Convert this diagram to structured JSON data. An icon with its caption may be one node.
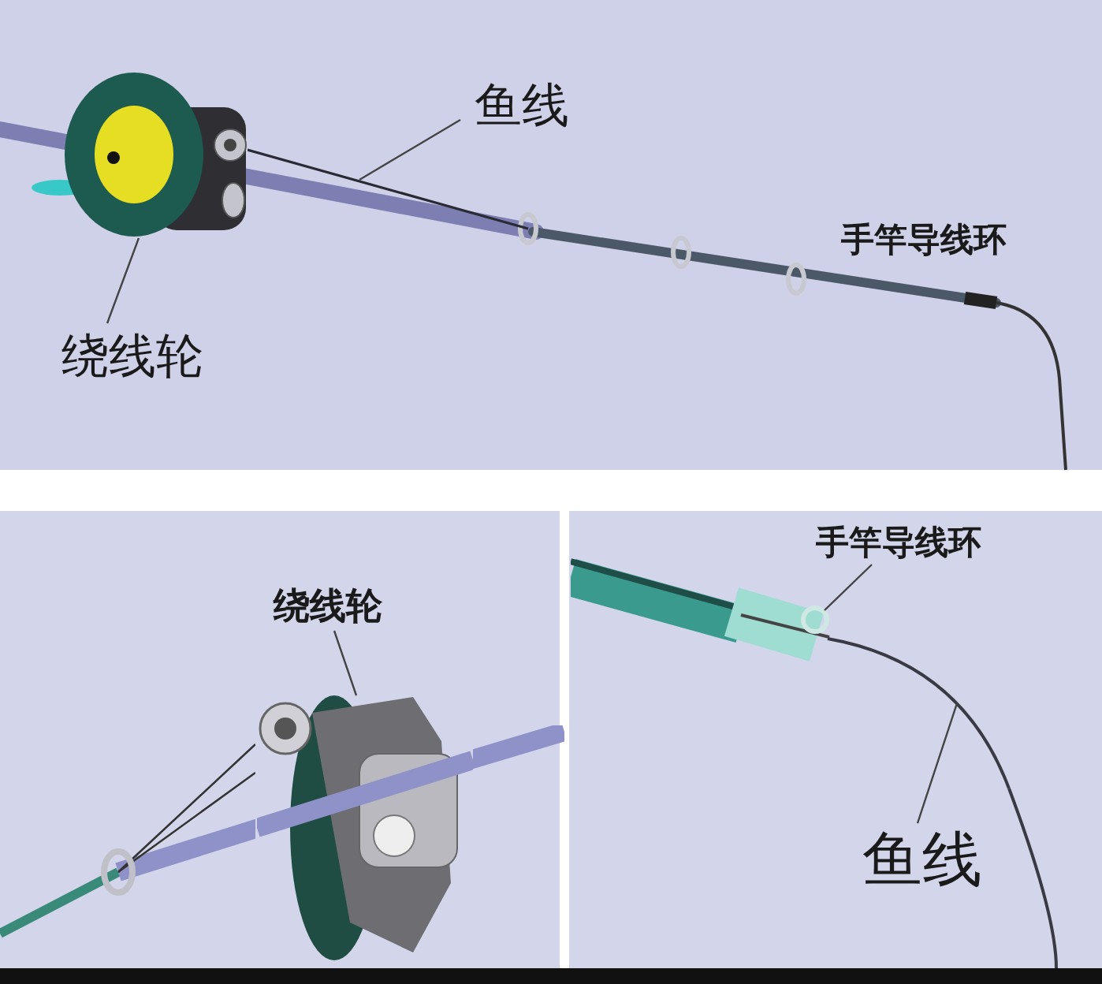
{
  "diagram": {
    "nodes": [
      {
        "text": [
          "鱼线"
        ]
      },
      {
        "text": [],
        "shape": "line"
      },
      {
        "text": [],
        "shape": "picture"
      },
      {
        "text": [
          "绕线轮"
        ]
      },
      {
        "text": [
          "绕线轮"
        ]
      },
      {
        "text": [],
        "shape": "picture"
      },
      {
        "text": [
          "手竿导线环"
        ]
      },
      {
        "text": [],
        "shape": "circle"
      },
      {
        "text": [],
        "shape": "line"
      },
      {
        "text": [
          "鱼线"
        ]
      }
    ],
    "edges": [
      {
        "from": 0,
        "to": 1,
        "arrow": "none"
      },
      {
        "from": 3,
        "to": 2,
        "arrow": "none"
      },
      {
        "from": 4,
        "to": 5,
        "arrow": "none"
      },
      {
        "from": 6,
        "to": 7,
        "arrow": "none"
      },
      {
        "from": 9,
        "to": 8,
        "arrow": "none"
      }
    ],
    "labels": [
      "手竿导线环"
    ]
  }
}
